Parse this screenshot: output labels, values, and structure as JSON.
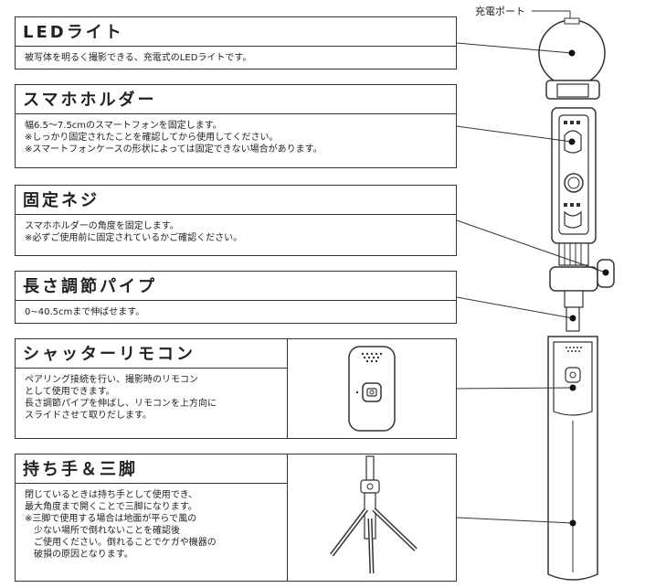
{
  "port_label": "充電ポート",
  "sections": [
    {
      "title": "LEDライト",
      "body": "被写体を明るく撮影できる、充電式のLEDライトです。"
    },
    {
      "title": "スマホホルダー",
      "body": "幅6.5〜7.5cmのスマートフォンを固定します。\n※しっかり固定されたことを確認してから使用してください。\n※スマートフォンケースの形状によっては固定できない場合があります。"
    },
    {
      "title": "固定ネジ",
      "body": "スマホホルダーの角度を固定します。\n※必ずご使用前に固定されているかご確認ください。"
    },
    {
      "title": "長さ調節パイプ",
      "body": "0~40.5cmまで伸ばせます。"
    },
    {
      "title": "シャッターリモコン",
      "body": "ペアリング接続を行い、撮影時のリモコン\nとして使用できます。\n長さ調節パイプを伸ばし、リモコンを上方向に\nスライドさせて取りだします。"
    },
    {
      "title": "持ち手＆三脚",
      "body": "閉じているときは持ち手として使用でき、\n最大角度まで開くことで三脚になります。\n※三脚で使用する場合は地面が平らで風の\n　少ない場所で倒れないことを確認後\n　ご使用ください。倒れることでケガや機器の\n　破損の原因となります。"
    }
  ]
}
